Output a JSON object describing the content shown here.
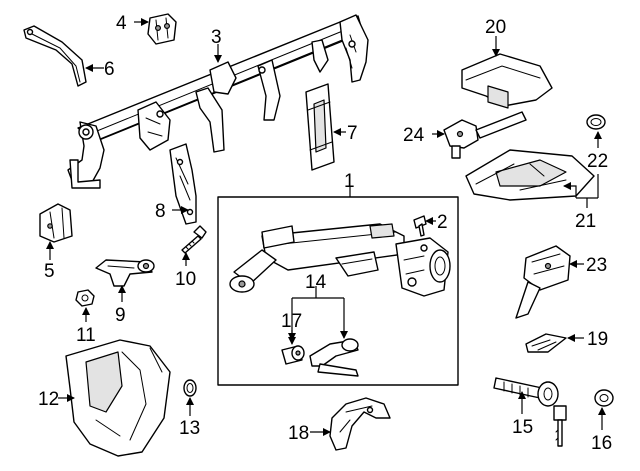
{
  "colors": {
    "line": "#000000",
    "background": "#ffffff",
    "shade": "#e3e3e3"
  },
  "callouts": [
    {
      "id": "c1",
      "text": "1"
    },
    {
      "id": "c2",
      "text": "2"
    },
    {
      "id": "c3",
      "text": "3"
    },
    {
      "id": "c4",
      "text": "4"
    },
    {
      "id": "c5",
      "text": "5"
    },
    {
      "id": "c6",
      "text": "6"
    },
    {
      "id": "c7",
      "text": "7"
    },
    {
      "id": "c8",
      "text": "8"
    },
    {
      "id": "c9",
      "text": "9"
    },
    {
      "id": "c10",
      "text": "10"
    },
    {
      "id": "c11",
      "text": "11"
    },
    {
      "id": "c12",
      "text": "12"
    },
    {
      "id": "c13",
      "text": "13"
    },
    {
      "id": "c14",
      "text": "14"
    },
    {
      "id": "c15",
      "text": "15"
    },
    {
      "id": "c16",
      "text": "16"
    },
    {
      "id": "c17",
      "text": "17"
    },
    {
      "id": "c18",
      "text": "18"
    },
    {
      "id": "c19",
      "text": "19"
    },
    {
      "id": "c20",
      "text": "20"
    },
    {
      "id": "c21",
      "text": "21"
    },
    {
      "id": "c22",
      "text": "22"
    },
    {
      "id": "c23",
      "text": "23"
    },
    {
      "id": "c24",
      "text": "24"
    }
  ]
}
